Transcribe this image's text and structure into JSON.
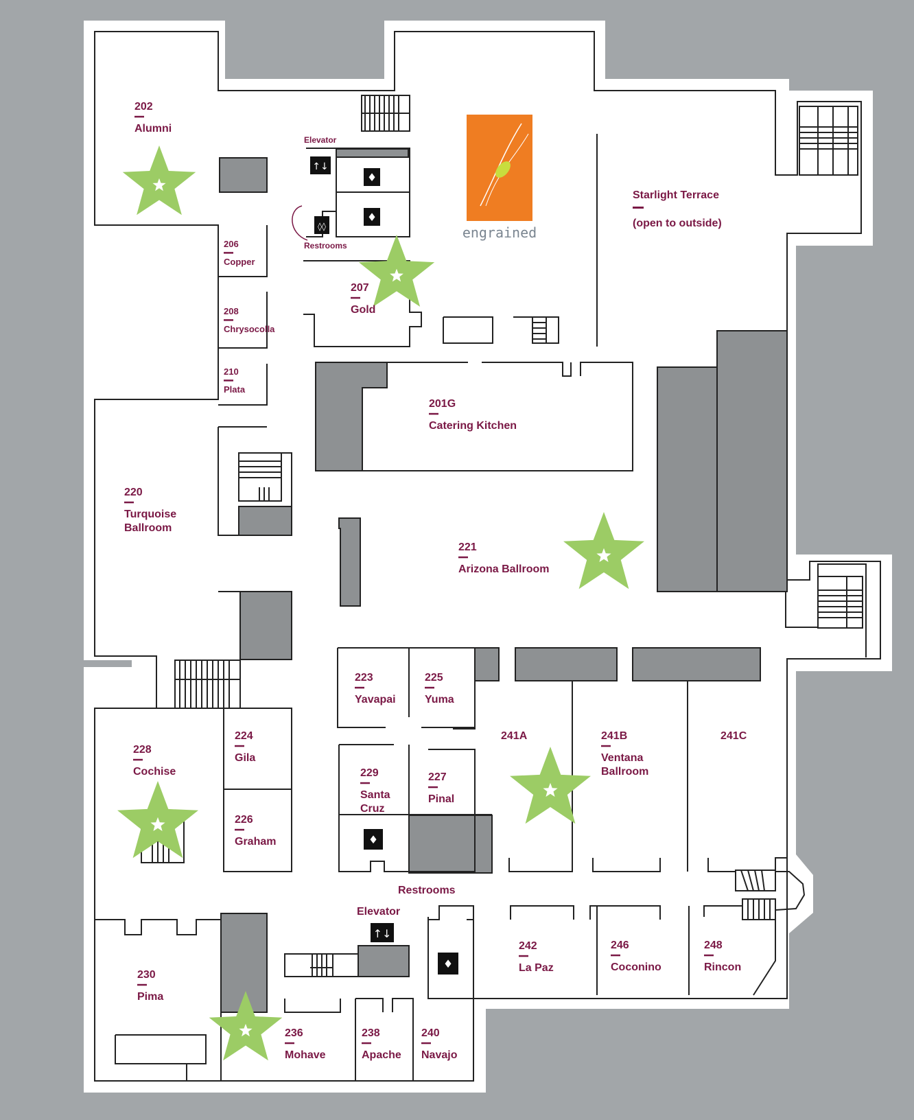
{
  "colors": {
    "background": "#a2a6a9",
    "floor": "#ffffff",
    "label": "#7a1845",
    "star": "#9ccc65",
    "shaded_area": "#8e9193",
    "logo_bg": "#ef7d22"
  },
  "rooms": [
    {
      "number": "202",
      "name": "Alumni"
    },
    {
      "number": "206",
      "name": "Copper"
    },
    {
      "number": "208",
      "name": "Chrysocolla"
    },
    {
      "number": "210",
      "name": "Plata"
    },
    {
      "number": "207",
      "name": "Gold"
    },
    {
      "number": "201G",
      "name": "Catering Kitchen"
    },
    {
      "number": "220",
      "name": "Turquoise",
      "name2": "Ballroom"
    },
    {
      "number": "221",
      "name": "Arizona Ballroom"
    },
    {
      "number": "223",
      "name": "Yavapai"
    },
    {
      "number": "225",
      "name": "Yuma"
    },
    {
      "number": "229",
      "name": "Santa",
      "name2": "Cruz"
    },
    {
      "number": "227",
      "name": "Pinal"
    },
    {
      "number": "224",
      "name": "Gila"
    },
    {
      "number": "226",
      "name": "Graham"
    },
    {
      "number": "228",
      "name": "Cochise"
    },
    {
      "number": "241A",
      "name": ""
    },
    {
      "number": "241B",
      "name": "Ventana",
      "name2": "Ballroom"
    },
    {
      "number": "241C",
      "name": ""
    },
    {
      "number": "230",
      "name": "Pima"
    },
    {
      "number": "236",
      "name": "Mohave"
    },
    {
      "number": "238",
      "name": "Apache"
    },
    {
      "number": "240",
      "name": "Navajo"
    },
    {
      "number": "242",
      "name": "La Paz"
    },
    {
      "number": "246",
      "name": "Coconino"
    },
    {
      "number": "248",
      "name": "Rincon"
    }
  ],
  "areas": {
    "terrace": "Starlight Terrace",
    "terrace_note": "(open to outside)",
    "elevator_top": "Elevator",
    "restrooms_top": "Restrooms",
    "restrooms_bottom": "Restrooms",
    "elevator_bottom": "Elevator"
  },
  "logo": {
    "text": "engrained"
  },
  "icons": {
    "star": "star-icon",
    "restroom": "restroom-icon",
    "elevator": "elevator-icon",
    "stairs": "stairs-icon"
  },
  "stars_count": 6
}
